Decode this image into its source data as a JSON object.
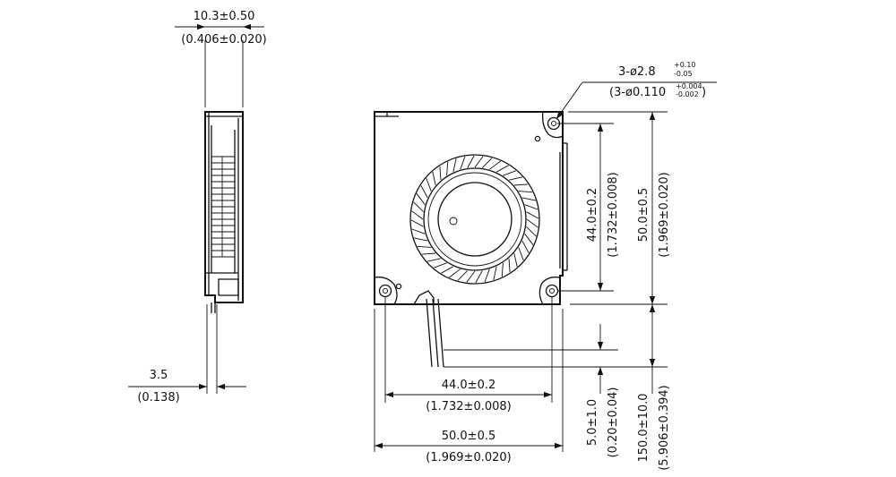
{
  "dimensions": {
    "side_thickness": {
      "metric": "10.3±0.50",
      "imperial": "(0.406±0.020)"
    },
    "lead_offset": {
      "metric": "3.5",
      "imperial": "(0.138)"
    },
    "hole": {
      "metric_prefix": "3-ø2.8",
      "metric_tol_upper": "+0.10",
      "metric_tol_lower": "-0.05",
      "imperial_prefix": "(3-ø0.110",
      "imperial_tol_upper": "+0.004",
      "imperial_tol_lower": "-0.002",
      "imperial_suffix": ")"
    },
    "hole_spacing_vertical": {
      "metric": "44.0±0.2",
      "imperial": "(1.732±0.008)"
    },
    "height_overall": {
      "metric": "50.0±0.5",
      "imperial": "(1.969±0.020)"
    },
    "hole_spacing_horizontal": {
      "metric": "44.0±0.2",
      "imperial": "(1.732±0.008)"
    },
    "width_overall": {
      "metric": "50.0±0.5",
      "imperial": "(1.969±0.020)"
    },
    "lead_strip": {
      "metric": "5.0±1.0",
      "imperial": "(0.20±0.04)"
    },
    "lead_length": {
      "metric": "150.0±10.0",
      "imperial": "(5.906±0.394)"
    }
  }
}
